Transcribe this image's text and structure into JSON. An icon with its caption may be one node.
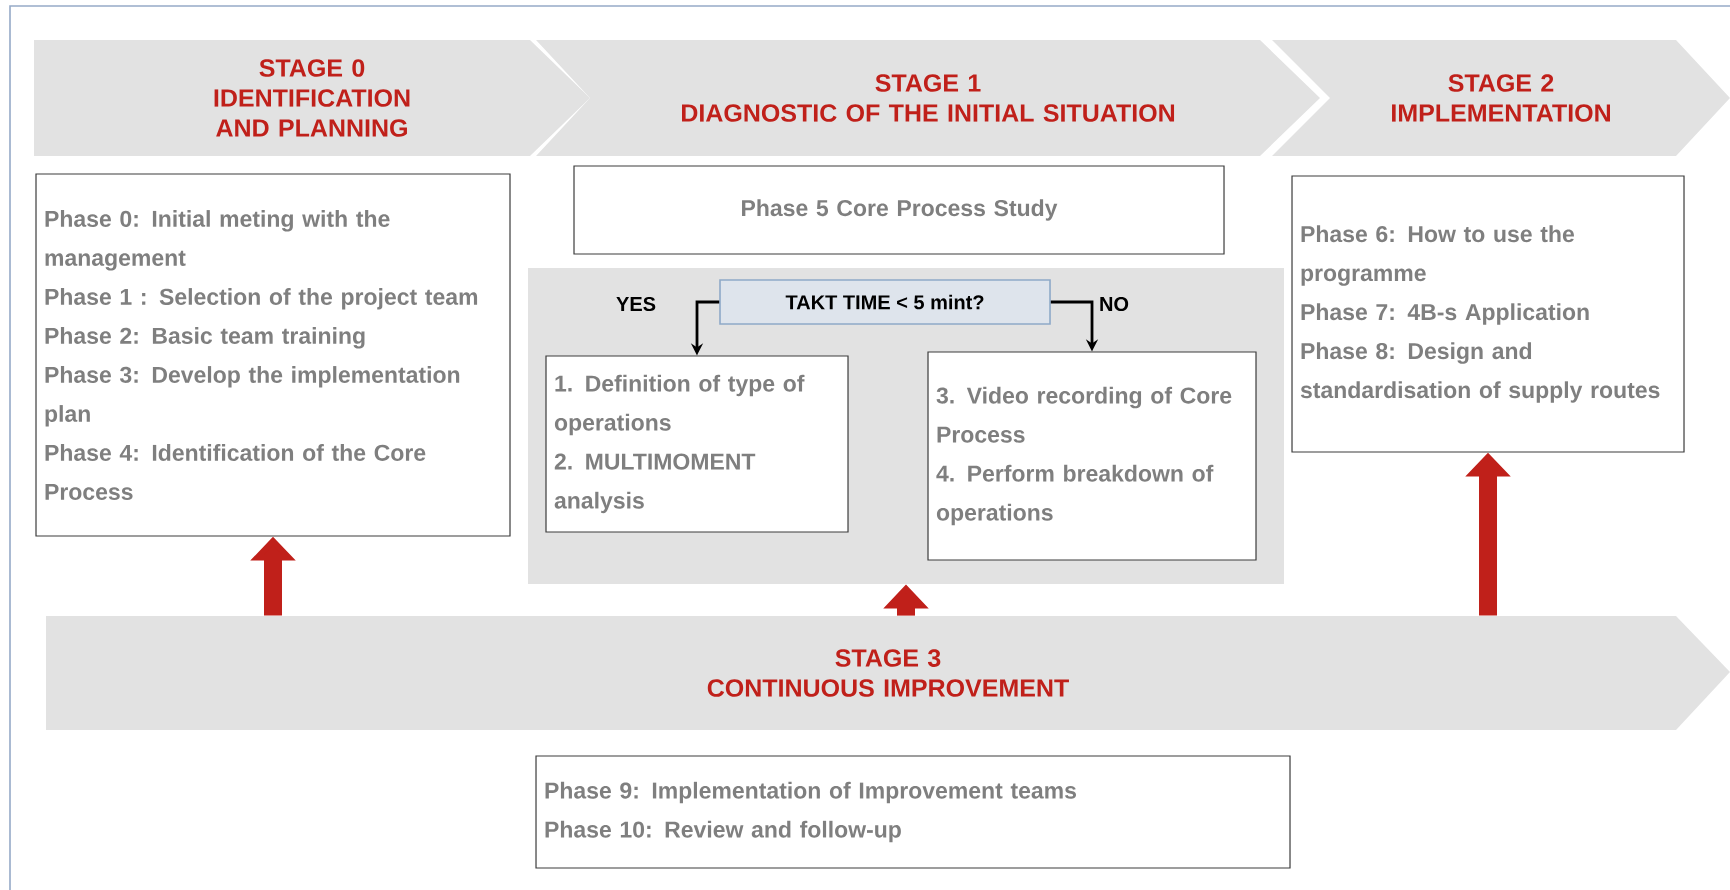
{
  "diagram": {
    "nodes": [
      {
        "text": [
          "STAGE 0",
          "IDENTIFICATION AND PLANNING"
        ]
      },
      {
        "text": [
          "STAGE 1",
          "DIAGNOSTIC OF THE INITIAL SITUATION"
        ]
      },
      {
        "text": [
          "STAGE 2",
          "IMPLEMENTATION"
        ]
      },
      {
        "text": [
          "Phase 0: Initial meting with the management",
          "Phase 1 : Selection of the project team",
          "Phase 2: Basic team training",
          "Phase 3: Develop the implementation plan",
          "Phase 4: Identification of the Core Process"
        ]
      },
      {
        "text": [
          "Phase 5 Core Process Study"
        ]
      },
      {
        "text": [],
        "shape": "box"
      },
      {
        "text": [
          "TAKT TIME < 5 mint?"
        ],
        "in": 5
      },
      {
        "text": [
          "1. Definition of type of operations",
          "2. MULTIMOMENT analysis"
        ],
        "in": 5
      },
      {
        "text": [
          "3. Video recording of Core Process",
          "4. Perform breakdown of operations"
        ],
        "in": 5
      },
      {
        "text": [
          "Phase 6: How to use the programme",
          "Phase 7: 4B-s Application",
          "Phase 8: Design and standardisation of supply routes"
        ]
      },
      {
        "text": [
          "STAGE 3",
          "CONTINUOUS IMPROVEMENT"
        ]
      },
      {
        "text": [
          "Phase 9: Implementation of Improvement teams",
          "Phase 10: Review and follow-up"
        ]
      }
    ],
    "edges": [
      {
        "from": 6,
        "to": 7,
        "arrow": "to",
        "label": "YES",
        "color": "#000000"
      },
      {
        "from": 6,
        "to": 8,
        "arrow": "to",
        "label": "NO",
        "color": "#000000"
      },
      {
        "from": 10,
        "to": 3,
        "arrow": "to"
      },
      {
        "from": 10,
        "to": 5,
        "arrow": "to"
      },
      {
        "from": 10,
        "to": 9,
        "arrow": "to"
      }
    ]
  }
}
